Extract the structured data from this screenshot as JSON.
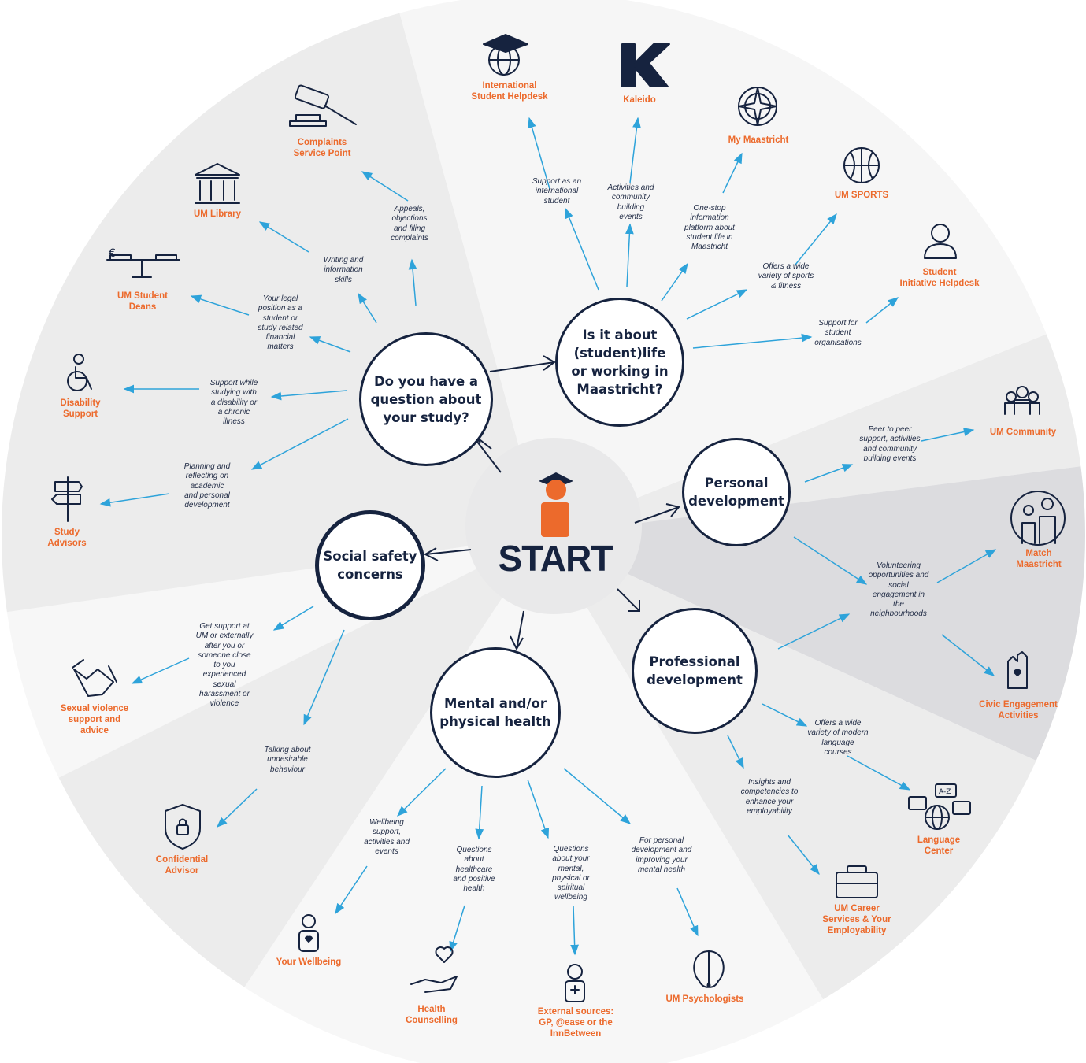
{
  "start": {
    "label": "START"
  },
  "hubs": {
    "study": "Do you have a\nquestion about\nyour study?",
    "life": "Is it about\n(student)life\nor working in\nMaastricht?",
    "personal": "Personal\ndevelopment",
    "professional": "Professional\ndevelopment",
    "health": "Mental and/or\nphysical health",
    "safety": "Social safety\nconcerns"
  },
  "services": {
    "complaints": "Complaints\nService Point",
    "library": "UM Library",
    "deans": "UM Student\nDeans",
    "disability": "Disability\nSupport",
    "advisors": "Study\nAdvisors",
    "intl": "International\nStudent Helpdesk",
    "kaleido": "Kaleido",
    "mymaastricht": "My Maastricht",
    "sports": "UM SPORTS",
    "initiative": "Student\nInitiative Helpdesk",
    "community": "UM Community",
    "match": "Match\nMaastricht",
    "civic": "Civic Engagement\nActivities",
    "language": "Language\nCenter",
    "career": "UM Career\nServices & Your\nEmployability",
    "psychologists": "UM Psychologists",
    "external": "External sources:\nGP, @ease or the\nInnBetween",
    "counselling": "Health\nCounselling",
    "wellbeing": "Your Wellbeing",
    "confidential": "Confidential\nAdvisor",
    "sexual": "Sexual violence\nsupport and\nadvice"
  },
  "notes": {
    "complaints": "Appeals,\nobjections\nand filing\ncomplaints",
    "library": "Writing and\ninformation\nskills",
    "deans": "Your legal\nposition as a\nstudent or\nstudy related\nfinancial\nmatters",
    "disability": "Support while\nstudying with\na disability or\na chronic\nillness",
    "advisors": "Planning and\nreflecting on\nacademic\nand personal\ndevelopment",
    "intl": "Support as an\ninternational\nstudent",
    "kaleido": "Activities and\ncommunity\nbuilding\nevents",
    "mymaastricht": "One-stop\ninformation\nplatform about\nstudent life in\nMaastricht",
    "sports": "Offers a wide\nvariety of sports\n& fitness",
    "initiative": "Support for\nstudent\norganisations",
    "community": "Peer to peer\nsupport, activities\nand community\nbuilding events",
    "volunteering": "Volunteering\nopportunities and\nsocial\nengagement in\nthe\nneighbourhoods",
    "language": "Offers a wide\nvariety of modern\nlanguage\ncourses",
    "career": "Insights and\ncompetencies to\nenhance your\nemployability",
    "psychologists": "For personal\ndevelopment and\nimproving your\nmental health",
    "external": "Questions\nabout your\nmental,\nphysical or\nspiritual\nwellbeing",
    "counselling": "Questions\nabout\nhealthcare\nand positive\nhealth",
    "wellbeing": "Wellbeing\nsupport,\nactivities and\nevents",
    "confidential": "Talking about\nundesirable\nbehaviour",
    "sexual": "Get support at\nUM or externally\nafter you or\nsomeone close\nto you\nexperienced\nsexual\nharassment or\nviolence"
  },
  "colors": {
    "navy": "#16233f",
    "orange": "#ec6a2c",
    "arrow_blue": "#2ea3da"
  }
}
